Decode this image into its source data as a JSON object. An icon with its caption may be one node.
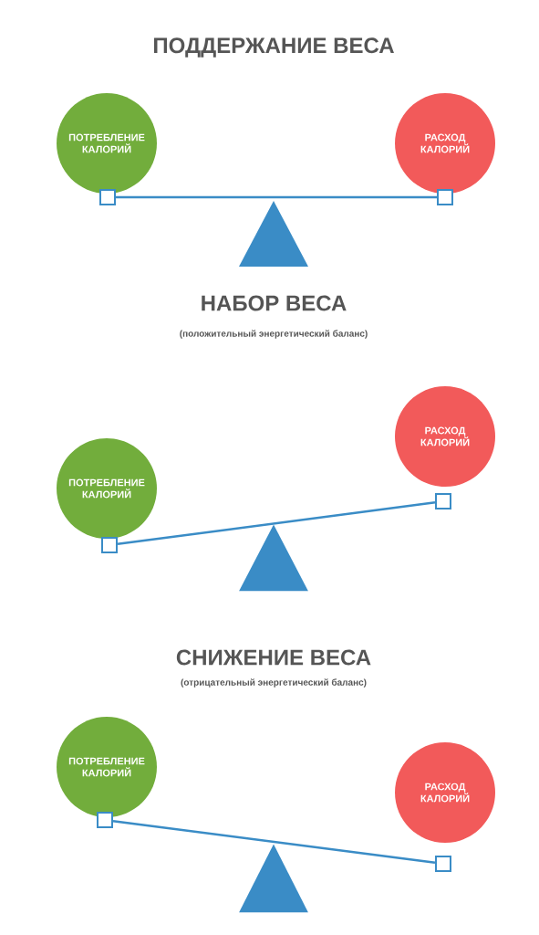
{
  "diagram": {
    "nodes": [
      {
        "text": [
          "ПОТРЕБЛЕНИЕ КАЛОРИЙ"
        ]
      },
      {
        "text": [
          "РАСХОД КАЛОРИЙ"
        ]
      },
      {
        "text": [],
        "shape": "box"
      },
      {
        "text": [],
        "shape": "box"
      },
      {
        "text": [],
        "shape": "triangle"
      },
      {
        "text": [
          "ПОТРЕБЛЕНИЕ КАЛОРИЙ"
        ]
      },
      {
        "text": [
          "РАСХОД КАЛОРИЙ"
        ]
      },
      {
        "text": [],
        "shape": "box"
      },
      {
        "text": [],
        "shape": "box"
      },
      {
        "text": [],
        "shape": "triangle"
      },
      {
        "text": [
          "ПОТРЕБЛЕНИЕ КАЛОРИЙ"
        ]
      },
      {
        "text": [
          "РАСХОД КАЛОРИЙ"
        ]
      },
      {
        "text": [],
        "shape": "box"
      },
      {
        "text": [],
        "shape": "box"
      },
      {
        "text": [],
        "shape": "triangle"
      }
    ],
    "edges": [
      {
        "from": 2,
        "to": 3,
        "arrow": "none"
      },
      {
        "from": 7,
        "to": 8,
        "arrow": "none"
      },
      {
        "from": 12,
        "to": 13,
        "arrow": "none"
      }
    ],
    "labels": [
      "ПОДДЕРЖАНИЕ ВЕСА",
      "НАБОР ВЕСА",
      "(положительный энергетический баланс)",
      "СНИЖЕНИЕ ВЕСА",
      "(отрицательный энергетический баланс)"
    ]
  }
}
